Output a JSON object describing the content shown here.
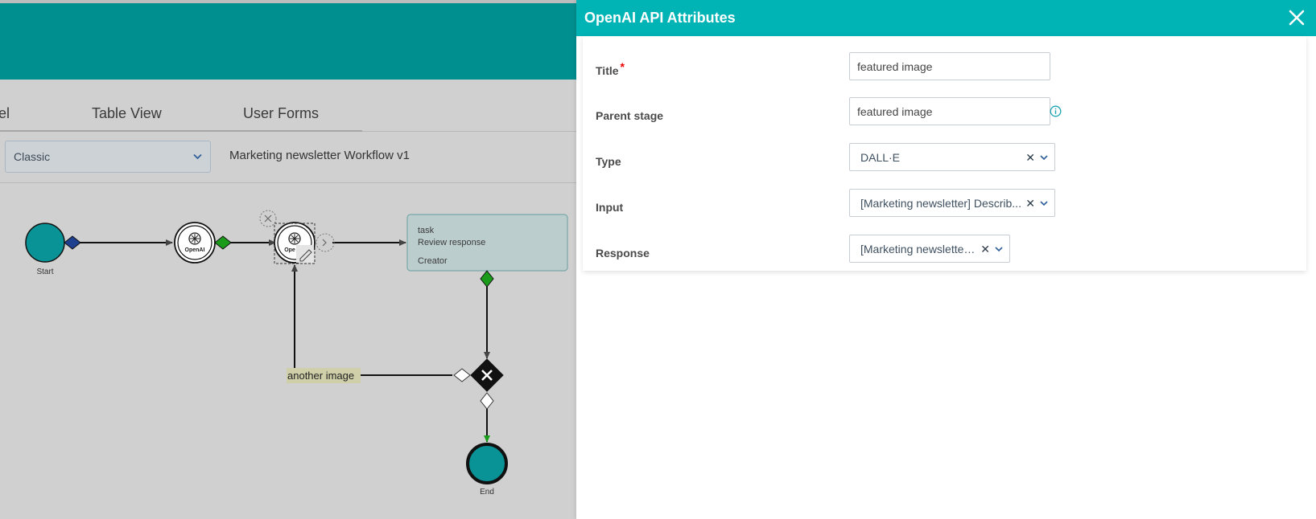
{
  "background": {
    "tabs": [
      {
        "label": "el"
      },
      {
        "label": "Table View"
      },
      {
        "label": "User Forms"
      }
    ],
    "toolbar": {
      "select_value": "Classic",
      "workflow_title": "Marketing newsletter Workflow v1"
    },
    "diagram": {
      "start_label": "Start",
      "end_label": "End",
      "openai_label": "OpenAI",
      "openai_label_short": "Ope",
      "task": {
        "type_label": "task",
        "name": "Review response",
        "role": "Creator"
      },
      "edge_label": "another image"
    }
  },
  "drawer": {
    "title": "OpenAI API Attributes",
    "fields": {
      "title": {
        "label": "Title",
        "value": "featured image",
        "required_mark": "*"
      },
      "parent_stage": {
        "label": "Parent stage",
        "value": "featured image"
      },
      "type": {
        "label": "Type",
        "value": "DALL·E"
      },
      "input": {
        "label": "Input",
        "value": "[Marketing newsletter] Describ..."
      },
      "response": {
        "label": "Response",
        "value": "[Marketing newsletter]..."
      }
    }
  },
  "colors": {
    "header_teal": "#00b3b5",
    "bg_header_teal": "#008f8f",
    "node_teal": "#0a9396",
    "required_red": "#e00000",
    "select_chevron": "#2f5f9a"
  }
}
